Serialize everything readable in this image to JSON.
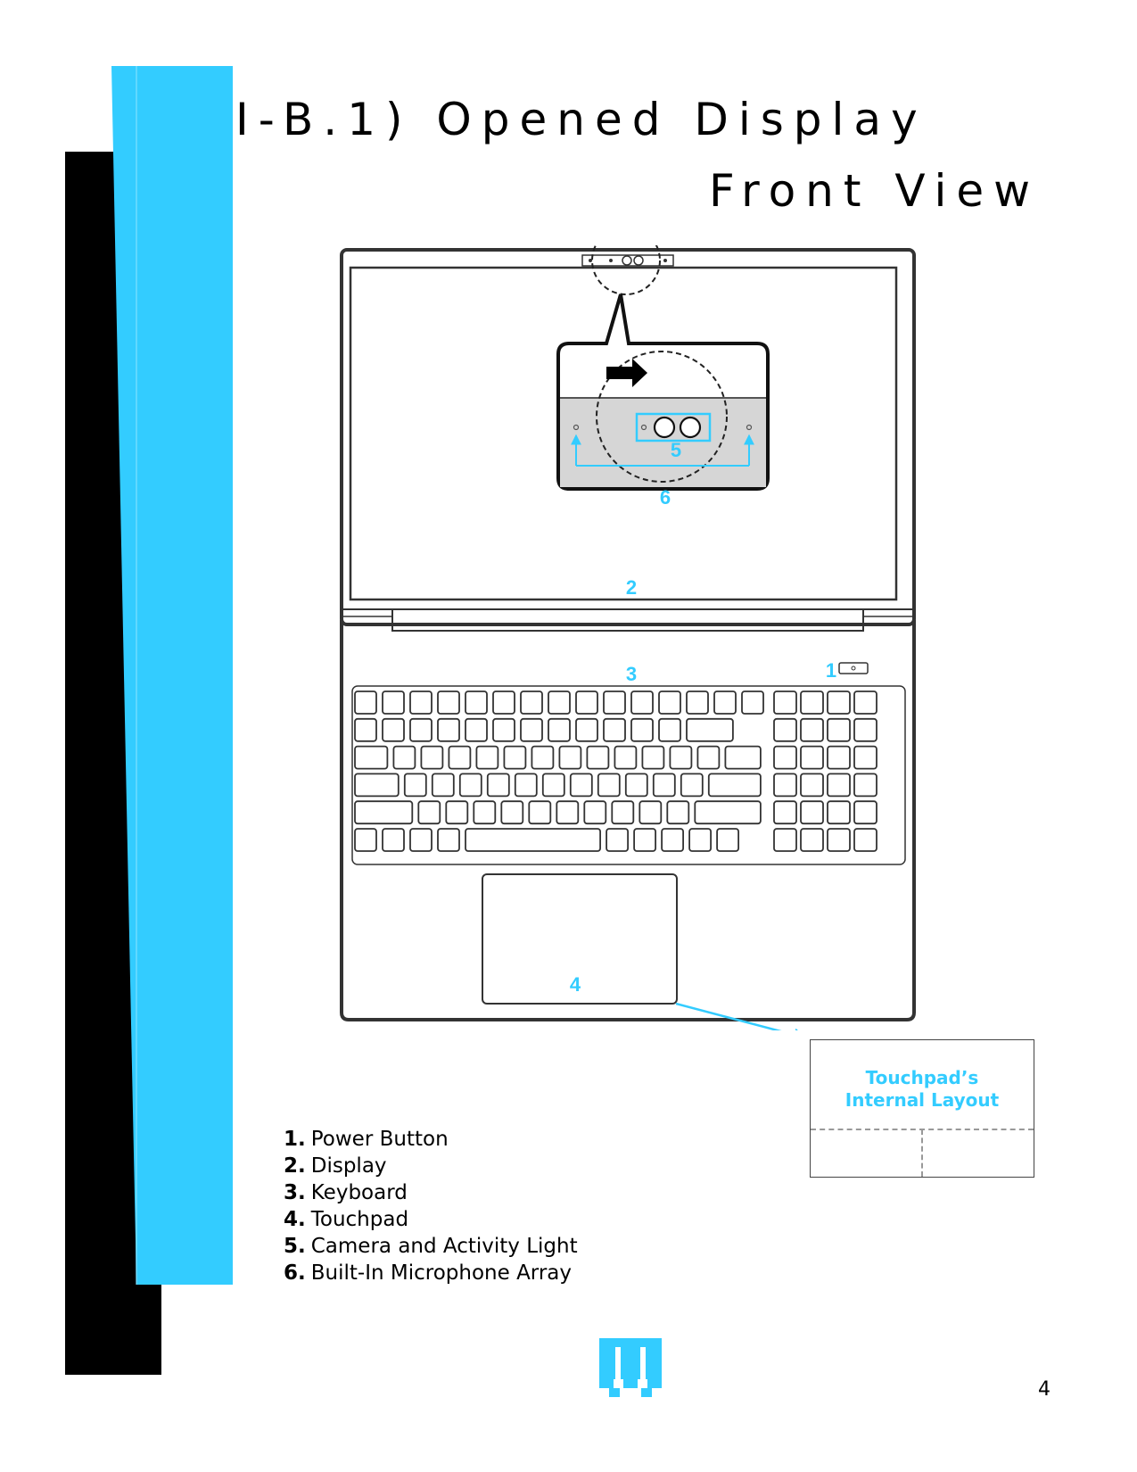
{
  "title": {
    "line1": "I-B.1) Opened Display",
    "line2": "Front View"
  },
  "diagram": {
    "labels": {
      "power_button": "1",
      "display": "2",
      "keyboard": "3",
      "touchpad": "4",
      "camera": "5",
      "microphones": "6"
    }
  },
  "callout": {
    "title": "Touchpad’s\nInternal Layout"
  },
  "legend": [
    {
      "num": "1.",
      "label": "Power Button"
    },
    {
      "num": "2.",
      "label": "Display"
    },
    {
      "num": "3.",
      "label": "Keyboard"
    },
    {
      "num": "4.",
      "label": "Touchpad"
    },
    {
      "num": "5.",
      "label": "Camera and Activity Light"
    },
    {
      "num": "6.",
      "label": "Built-In Microphone Array"
    }
  ],
  "page_number": "4",
  "colors": {
    "accent": "#33ccff",
    "decor_black": "#000000"
  }
}
